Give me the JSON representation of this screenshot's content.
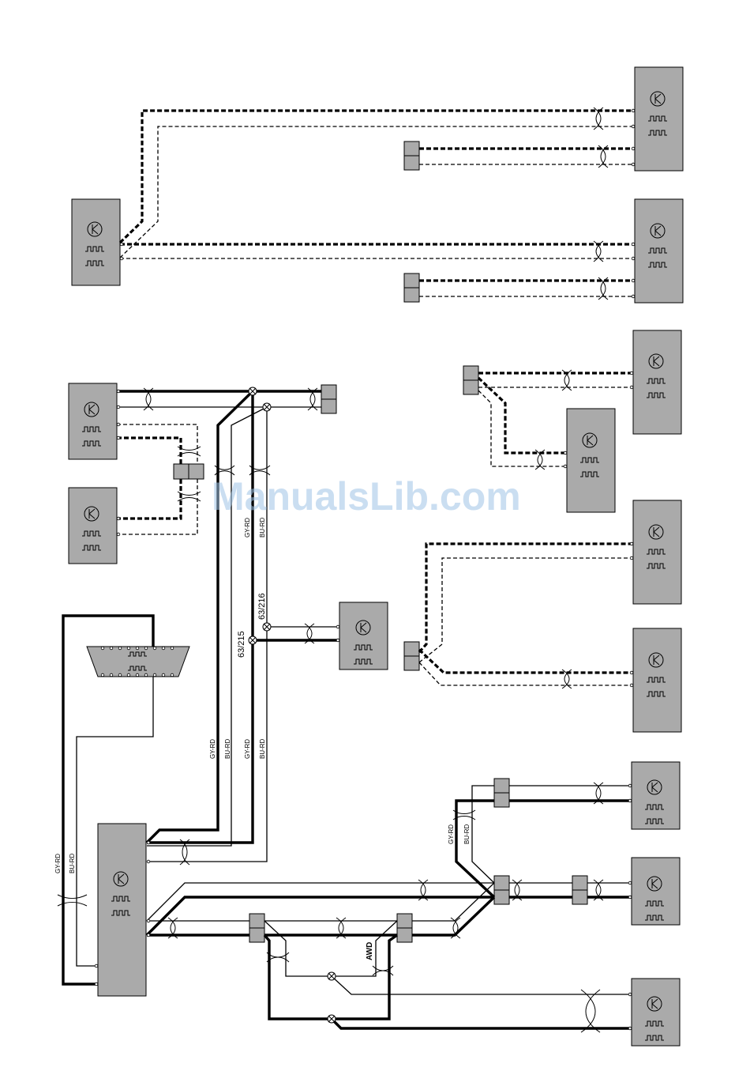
{
  "watermark": "ManualsLib.com",
  "labels": {
    "gy_rd": "GY-RD",
    "bu_rd": "BU-RD",
    "code_215": "63/215",
    "code_216": "63/216",
    "awd": "AWD"
  },
  "symbols": {
    "module_icon": "transistor-icon",
    "signal_icon": "square-wave-icon",
    "twist_icon": "twisted-pair-icon",
    "splice_icon": "splice-icon",
    "connector_icon": "connector-block-icon"
  },
  "colors": {
    "module_fill": "#aaaaaa",
    "wire": "#000000",
    "watermark": "#9fc3e6"
  }
}
